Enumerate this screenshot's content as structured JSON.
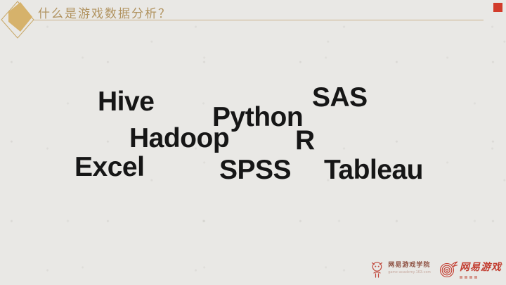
{
  "header": {
    "title": "什么是游戏数据分析？",
    "accent_gold": "#d6b26b",
    "rule_color": "#ccb28b",
    "corner_square_color": "#d23c2b"
  },
  "keywords": [
    {
      "label": "Hive"
    },
    {
      "label": "SAS"
    },
    {
      "label": "Python"
    },
    {
      "label": "Hadoop"
    },
    {
      "label": "R"
    },
    {
      "label": "Excel"
    },
    {
      "label": "SPSS"
    },
    {
      "label": "Tableau"
    }
  ],
  "keyword_color": "#161616",
  "footer": {
    "academy_name": "网易游戏学院",
    "academy_url": "game-academy.163.com",
    "netease_games_name": "网易游戏",
    "logo_red": "#c23b2e"
  }
}
